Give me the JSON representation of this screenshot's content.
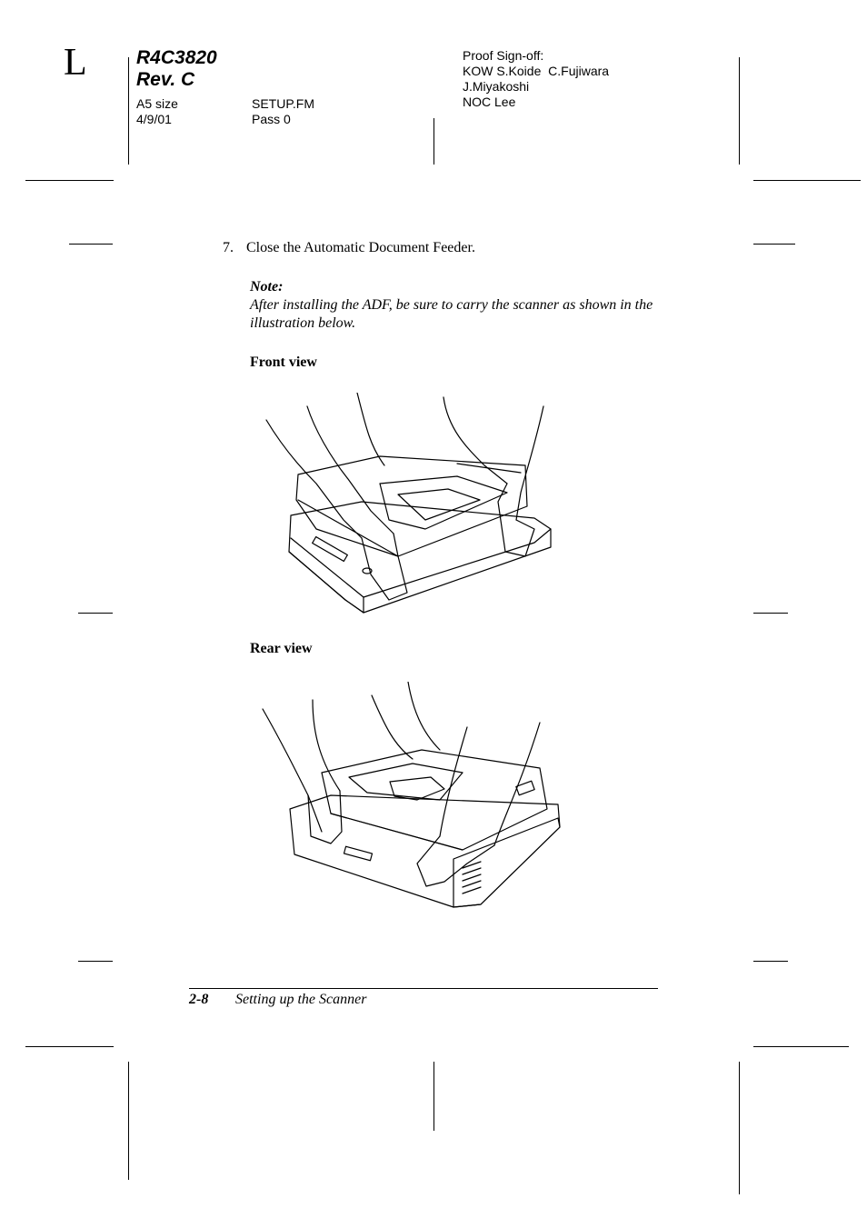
{
  "header": {
    "section_letter": "L",
    "model": "R4C3820",
    "revision": "Rev. C",
    "paper_size": "A5 size",
    "date": "4/9/01",
    "file": "SETUP.FM",
    "pass": "Pass 0",
    "proof_title": "Proof Sign-off:",
    "proof_line1": "KOW S.Koide  C.Fujiwara",
    "proof_line2": "J.Miyakoshi",
    "proof_line3": "NOC Lee"
  },
  "content": {
    "step": "7.",
    "step_text": "Close the Automatic Document Feeder.",
    "note_title": "Note:",
    "note_body": "After installing the ADF, be sure to carry the scanner as shown in the illustration below.",
    "front_view_label": "Front view",
    "rear_view_label": "Rear view"
  },
  "footer": {
    "page_number": "2-8",
    "chapter_title": "Setting up the Scanner"
  }
}
